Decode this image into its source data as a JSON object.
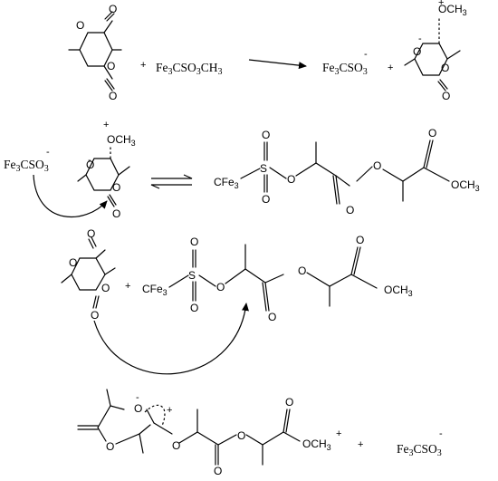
{
  "atoms": {
    "O": "O",
    "Fe3": "Fe",
    "sub3": "3",
    "minus": "-",
    "plus": "+",
    "S": "S",
    "OCH3": "OCH",
    "CFe3": "CFe",
    "sub_3": "3",
    "cation_plus": "+"
  },
  "reagents": {
    "triflate_methyl": "Fe3CSO3CH3",
    "triflate_anion": "Fe3CSO3",
    "methyl_ester": "OCH3",
    "cfe3": "CFe3"
  },
  "operators": {
    "plus": "+"
  }
}
